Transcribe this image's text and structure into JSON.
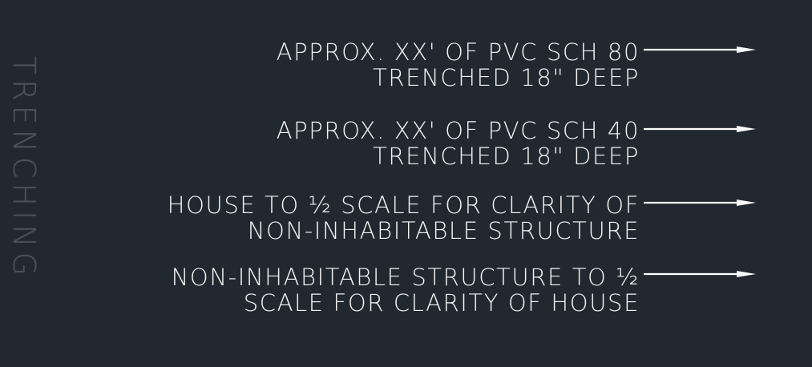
{
  "sidebar": {
    "title": "TRENCHING"
  },
  "notes": [
    {
      "line1": "APPROX. XX' OF PVC SCH 80",
      "line2": "TRENCHED 18\" DEEP"
    },
    {
      "line1": "APPROX. XX' OF PVC SCH 40",
      "line2": "TRENCHED 18\" DEEP"
    },
    {
      "line1": "HOUSE TO ½ SCALE FOR CLARITY OF",
      "line2": "NON-INHABITABLE STRUCTURE"
    },
    {
      "line1": "NON-INHABITABLE STRUCTURE TO ½",
      "line2": "SCALE FOR CLARITY OF HOUSE"
    }
  ],
  "colors": {
    "background": "#212830",
    "text": "#f4f4f4",
    "side_title": "#4b5158",
    "leader": "#ffffff"
  }
}
